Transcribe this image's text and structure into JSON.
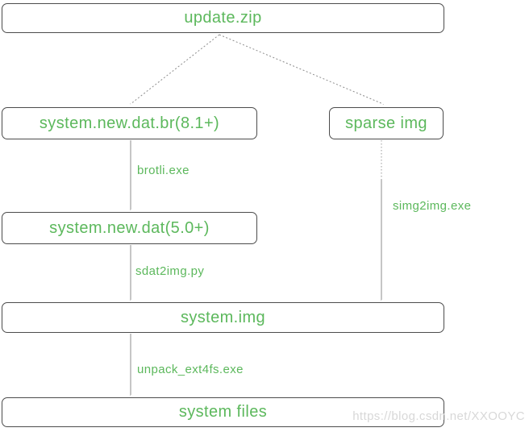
{
  "diagram": {
    "nodes": [
      {
        "id": "update-zip",
        "label": "update.zip"
      },
      {
        "id": "system-new-dat-br",
        "label": "system.new.dat.br(8.1+)"
      },
      {
        "id": "sparse-img",
        "label": "sparse img"
      },
      {
        "id": "system-new-dat",
        "label": "system.new.dat(5.0+)"
      },
      {
        "id": "system-img",
        "label": "system.img"
      },
      {
        "id": "system-files",
        "label": "system files"
      }
    ],
    "edges": [
      {
        "from": "update-zip",
        "to": "system-new-dat-br",
        "label": "",
        "style": "dotted"
      },
      {
        "from": "update-zip",
        "to": "sparse-img",
        "label": "",
        "style": "dotted"
      },
      {
        "from": "system-new-dat-br",
        "to": "system-new-dat",
        "label": "brotli.exe",
        "style": "solid"
      },
      {
        "from": "sparse-img",
        "to": "system-img",
        "label": "simg2img.exe",
        "style": "dotted-then-solid"
      },
      {
        "from": "system-new-dat",
        "to": "system-img",
        "label": "sdat2img.py",
        "style": "solid"
      },
      {
        "from": "system-img",
        "to": "system-files",
        "label": "unpack_ext4fs.exe",
        "style": "solid"
      }
    ],
    "colors": {
      "node_text": "#5cb85c",
      "edge_label_text": "#5cb85c",
      "node_border": "#4c4c4c",
      "node_fill": "#ffffff",
      "connector_line": "#8c8c8c",
      "arrowhead": "#666666",
      "watermark_text": "#d8d8d8",
      "background": "#ffffff"
    }
  },
  "watermark": {
    "text": "https://blog.csdn.net/XXOOYC"
  }
}
